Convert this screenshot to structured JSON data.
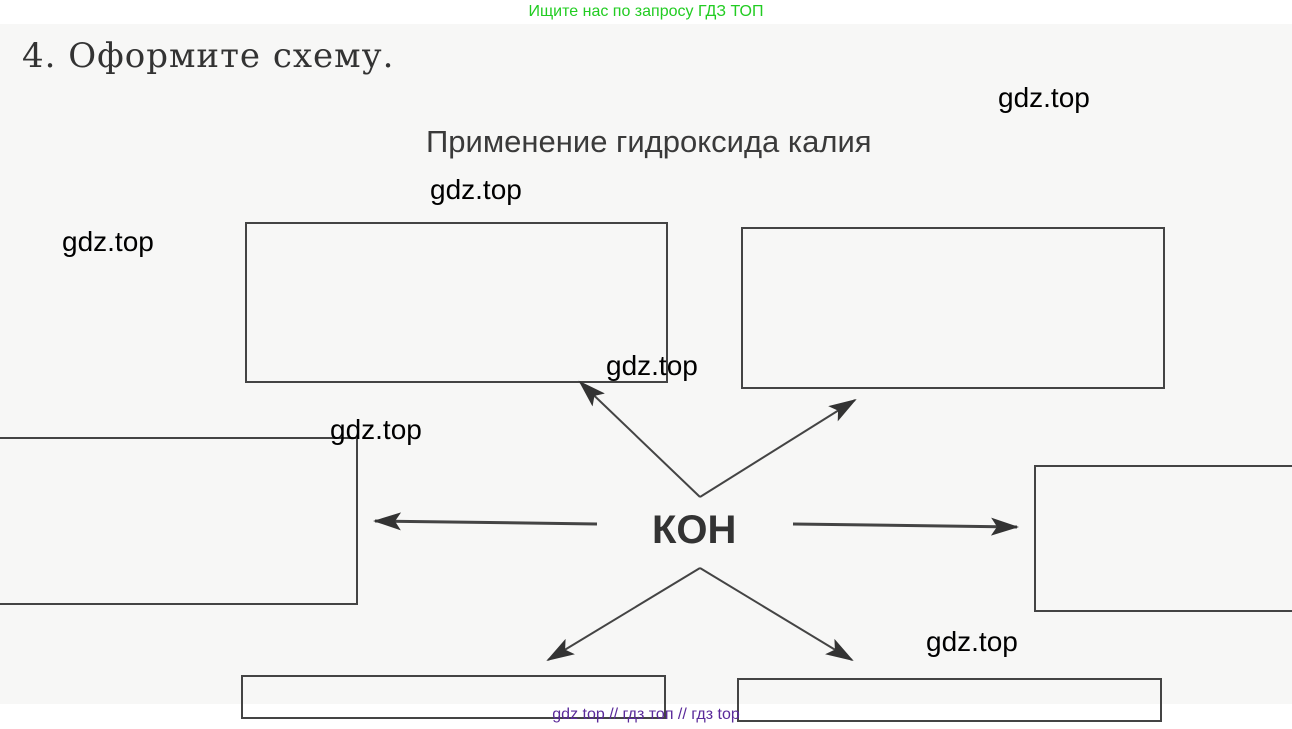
{
  "top_banner": "Ищите нас по запросу ГДЗ ТОП",
  "task_heading": "4. Оформите схему.",
  "scheme": {
    "title": "Применение гидроксида калия",
    "center": "КОН"
  },
  "watermarks": [
    "gdz.top",
    "gdz.top",
    "gdz.top",
    "gdz.top",
    "gdz.top",
    "gdz.top"
  ],
  "bottom_banner": "gdz top  //  гдз топ  //  гдз top"
}
